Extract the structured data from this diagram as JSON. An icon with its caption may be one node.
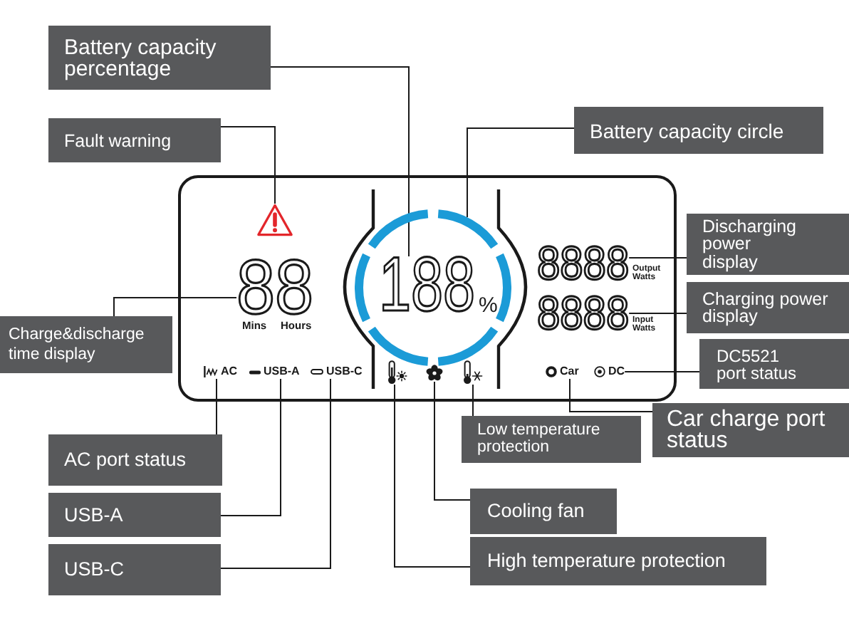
{
  "diagram": {
    "nodes": [
      {
        "text": [
          "Battery capacity percentage"
        ]
      },
      {
        "text": [
          "Fault warning"
        ]
      },
      {
        "text": [
          "Battery capacity circle"
        ]
      },
      {
        "text": [],
        "shape": "box"
      },
      {
        "text": [],
        "shape": "picture",
        "in": 3
      },
      {
        "text": [],
        "shape": "circle",
        "in": 3
      },
      {
        "text": [
          "188"
        ],
        "in": 5
      },
      {
        "text": [
          "88"
        ],
        "in": 3
      },
      {
        "text": [
          "8888"
        ],
        "in": 3
      },
      {
        "text": [
          "8888"
        ],
        "in": 3
      },
      {
        "text": [
          "AC"
        ],
        "in": 3
      },
      {
        "text": [
          "USB-A"
        ],
        "in": 3
      },
      {
        "text": [
          "USB-C"
        ],
        "in": 3
      },
      {
        "text": [],
        "shape": "picture",
        "in": 3
      },
      {
        "text": [],
        "shape": "picture",
        "in": 3
      },
      {
        "text": [],
        "shape": "picture",
        "in": 3
      },
      {
        "text": [
          "Car"
        ],
        "in": 3
      },
      {
        "text": [
          "DC"
        ],
        "in": 3
      },
      {
        "text": [
          "Discharging power display"
        ]
      },
      {
        "text": [
          "Charging power display"
        ]
      },
      {
        "text": [
          "Charge&discharge time display"
        ]
      },
      {
        "text": [
          "DC5521 port status"
        ]
      },
      {
        "text": [
          "Car charge port status"
        ]
      },
      {
        "text": [
          "Low temperature protection"
        ]
      },
      {
        "text": [
          "AC port status"
        ]
      },
      {
        "text": [
          "Cooling fan"
        ]
      },
      {
        "text": [
          "USB-A"
        ]
      },
      {
        "text": [
          "High temperature protection"
        ]
      },
      {
        "text": [
          "USB-C"
        ]
      }
    ],
    "edges": [
      {
        "from": 0,
        "to": 6,
        "arrow": "none"
      },
      {
        "from": 1,
        "to": 4,
        "arrow": "none"
      },
      {
        "from": 2,
        "to": 5,
        "arrow": "none"
      },
      {
        "from": 18,
        "to": 8,
        "arrow": "none"
      },
      {
        "from": 19,
        "to": 9,
        "arrow": "none"
      },
      {
        "from": 20,
        "to": 7,
        "arrow": "none"
      },
      {
        "from": 21,
        "to": 17,
        "arrow": "none"
      },
      {
        "from": 22,
        "to": 16,
        "arrow": "none"
      },
      {
        "from": 23,
        "to": 15,
        "arrow": "none"
      },
      {
        "from": 24,
        "to": 10,
        "arrow": "none"
      },
      {
        "from": 25,
        "to": 14,
        "arrow": "none"
      },
      {
        "from": 26,
        "to": 11,
        "arrow": "none"
      },
      {
        "from": 27,
        "to": 13,
        "arrow": "none"
      },
      {
        "from": 28,
        "to": 12,
        "arrow": "none"
      }
    ],
    "labels": [
      "Output Watts",
      "%",
      "Input Watts",
      "Mins",
      "Hours"
    ]
  }
}
